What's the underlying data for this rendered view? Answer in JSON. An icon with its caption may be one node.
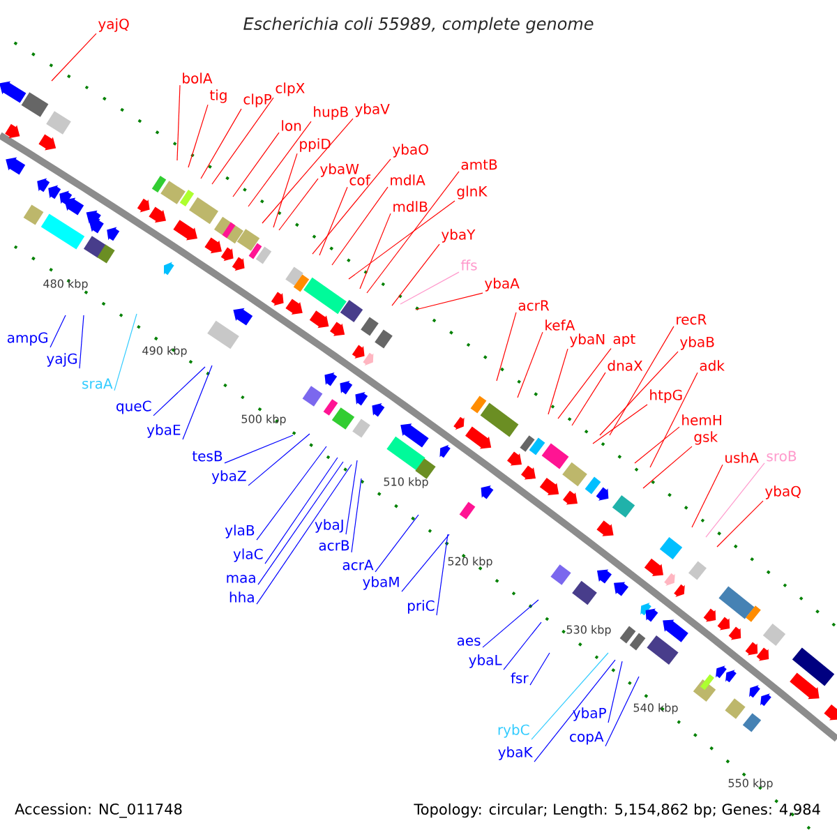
{
  "diagram": {
    "title": "Escherichia coli 55989, complete genome",
    "nodes": [
      {
        "text": [
          "yajQ"
        ]
      },
      {
        "text": [
          "bolA"
        ]
      },
      {
        "text": [
          "tig"
        ]
      },
      {
        "text": [
          "clpP"
        ]
      },
      {
        "text": [
          "clpX"
        ]
      },
      {
        "text": [
          "lon"
        ]
      },
      {
        "text": [
          "hupB"
        ]
      },
      {
        "text": [
          "ybaV"
        ]
      },
      {
        "text": [
          "ppiD"
        ]
      },
      {
        "text": [
          "ybaW"
        ]
      },
      {
        "text": [
          "ybaO"
        ]
      },
      {
        "text": [
          "cof"
        ]
      },
      {
        "text": [
          "mdlA"
        ]
      },
      {
        "text": [
          "glnK"
        ]
      },
      {
        "text": [
          "mdlB"
        ]
      },
      {
        "text": [
          "amtB"
        ]
      },
      {
        "text": [
          "ybaY"
        ]
      },
      {
        "text": [
          "ffs"
        ]
      },
      {
        "text": [
          "ybaA"
        ]
      },
      {
        "text": [
          "acrR"
        ]
      },
      {
        "text": [
          "kefA"
        ]
      },
      {
        "text": [
          "ybaN"
        ]
      },
      {
        "text": [
          "apt"
        ]
      },
      {
        "text": [
          "dnaX"
        ]
      },
      {
        "text": [
          "recR"
        ]
      },
      {
        "text": [
          "ybaB"
        ]
      },
      {
        "text": [
          "htpG"
        ]
      },
      {
        "text": [
          "adk"
        ]
      },
      {
        "text": [
          "hemH"
        ]
      },
      {
        "text": [
          "gsk"
        ]
      },
      {
        "text": [
          "ushA"
        ]
      },
      {
        "text": [
          "sroB"
        ]
      },
      {
        "text": [
          "ybaQ"
        ]
      },
      {
        "text": [
          "ampG"
        ]
      },
      {
        "text": [
          "yajG"
        ]
      },
      {
        "text": [
          "sraA"
        ]
      },
      {
        "text": [
          "queC"
        ]
      },
      {
        "text": [
          "ybaE"
        ]
      },
      {
        "text": [
          "tesB"
        ]
      },
      {
        "text": [
          "ybaZ"
        ]
      },
      {
        "text": [
          "ylaB"
        ]
      },
      {
        "text": [
          "ylaC"
        ]
      },
      {
        "text": [
          "maa"
        ]
      },
      {
        "text": [
          "hha"
        ]
      },
      {
        "text": [
          "ybaJ"
        ]
      },
      {
        "text": [
          "acrB"
        ]
      },
      {
        "text": [
          "acrA"
        ]
      },
      {
        "text": [
          "ybaM"
        ]
      },
      {
        "text": [
          "priC"
        ]
      },
      {
        "text": [
          "aes"
        ]
      },
      {
        "text": [
          "ybaL"
        ]
      },
      {
        "text": [
          "fsr"
        ]
      },
      {
        "text": [
          "rybC"
        ]
      },
      {
        "text": [
          "ybaP"
        ]
      },
      {
        "text": [
          "ybaK"
        ]
      },
      {
        "text": [
          "copA"
        ]
      }
    ],
    "edges": [
      {
        "from": 0,
        "to": null,
        "arrow": "none"
      },
      {
        "from": 1,
        "to": null,
        "arrow": "none"
      },
      {
        "from": 2,
        "to": null,
        "arrow": "none"
      },
      {
        "from": 3,
        "to": null,
        "arrow": "none"
      },
      {
        "from": 4,
        "to": null,
        "arrow": "none"
      },
      {
        "from": 5,
        "to": null,
        "arrow": "none"
      },
      {
        "from": 6,
        "to": null,
        "arrow": "none"
      },
      {
        "from": 7,
        "to": null,
        "arrow": "none"
      },
      {
        "from": 8,
        "to": null,
        "arrow": "none"
      },
      {
        "from": 9,
        "to": null,
        "arrow": "none"
      },
      {
        "from": 10,
        "to": null,
        "arrow": "none"
      },
      {
        "from": 11,
        "to": null,
        "arrow": "none"
      },
      {
        "from": 12,
        "to": null,
        "arrow": "none"
      },
      {
        "from": 13,
        "to": null,
        "arrow": "none"
      },
      {
        "from": 14,
        "to": null,
        "arrow": "none"
      },
      {
        "from": 15,
        "to": null,
        "arrow": "none"
      },
      {
        "from": 16,
        "to": null,
        "arrow": "none"
      },
      {
        "from": 17,
        "to": null,
        "arrow": "none",
        "color": "#ff99cc"
      },
      {
        "from": 18,
        "to": null,
        "arrow": "none"
      },
      {
        "from": 19,
        "to": null,
        "arrow": "none"
      },
      {
        "from": 20,
        "to": null,
        "arrow": "none"
      },
      {
        "from": 21,
        "to": null,
        "arrow": "none"
      },
      {
        "from": 22,
        "to": null,
        "arrow": "none"
      },
      {
        "from": 23,
        "to": null,
        "arrow": "none"
      },
      {
        "from": 24,
        "to": null,
        "arrow": "none"
      },
      {
        "from": 25,
        "to": null,
        "arrow": "none"
      },
      {
        "from": 26,
        "to": null,
        "arrow": "none"
      },
      {
        "from": 27,
        "to": null,
        "arrow": "none"
      },
      {
        "from": 28,
        "to": null,
        "arrow": "none"
      },
      {
        "from": 29,
        "to": null,
        "arrow": "none"
      },
      {
        "from": 30,
        "to": null,
        "arrow": "none"
      },
      {
        "from": 31,
        "to": null,
        "arrow": "none",
        "color": "#ff99cc"
      },
      {
        "from": 32,
        "to": null,
        "arrow": "none"
      },
      {
        "from": 33,
        "to": null,
        "arrow": "none",
        "color": "#0000ff"
      },
      {
        "from": 34,
        "to": null,
        "arrow": "none",
        "color": "#0000ff"
      },
      {
        "from": 35,
        "to": null,
        "arrow": "none",
        "color": "#33ccff"
      },
      {
        "from": 36,
        "to": null,
        "arrow": "none",
        "color": "#0000ff"
      },
      {
        "from": 37,
        "to": null,
        "arrow": "none",
        "color": "#0000ff"
      },
      {
        "from": 38,
        "to": null,
        "arrow": "none",
        "color": "#0000ff"
      },
      {
        "from": 39,
        "to": null,
        "arrow": "none",
        "color": "#0000ff"
      },
      {
        "from": 40,
        "to": null,
        "arrow": "none",
        "color": "#0000ff"
      },
      {
        "from": 41,
        "to": null,
        "arrow": "none",
        "color": "#0000ff"
      },
      {
        "from": 42,
        "to": null,
        "arrow": "none",
        "color": "#0000ff"
      },
      {
        "from": 43,
        "to": null,
        "arrow": "none",
        "color": "#0000ff"
      },
      {
        "from": 44,
        "to": null,
        "arrow": "none",
        "color": "#0000ff"
      },
      {
        "from": 45,
        "to": null,
        "arrow": "none",
        "color": "#0000ff"
      },
      {
        "from": 46,
        "to": null,
        "arrow": "none",
        "color": "#0000ff"
      },
      {
        "from": 47,
        "to": null,
        "arrow": "none",
        "color": "#0000ff"
      },
      {
        "from": 48,
        "to": null,
        "arrow": "none",
        "color": "#0000ff"
      },
      {
        "from": 49,
        "to": null,
        "arrow": "none",
        "color": "#0000ff"
      },
      {
        "from": 50,
        "to": null,
        "arrow": "none",
        "color": "#0000ff"
      },
      {
        "from": 51,
        "to": null,
        "arrow": "none",
        "color": "#0000ff"
      },
      {
        "from": 52,
        "to": null,
        "arrow": "none",
        "color": "#33ccff"
      },
      {
        "from": 53,
        "to": null,
        "arrow": "none",
        "color": "#0000ff"
      },
      {
        "from": 54,
        "to": null,
        "arrow": "none",
        "color": "#0000ff"
      },
      {
        "from": 55,
        "to": null,
        "arrow": "none",
        "color": "#0000ff"
      }
    ],
    "labels": [
      "480 kbp",
      "490 kbp",
      "500 kbp",
      "510 kbp",
      "520 kbp",
      "530 kbp",
      "540 kbp",
      "550 kbp",
      "Accession: NC_011748",
      "Topology: circular; Length: 5,154,862 bp; Genes: 4,984"
    ]
  }
}
